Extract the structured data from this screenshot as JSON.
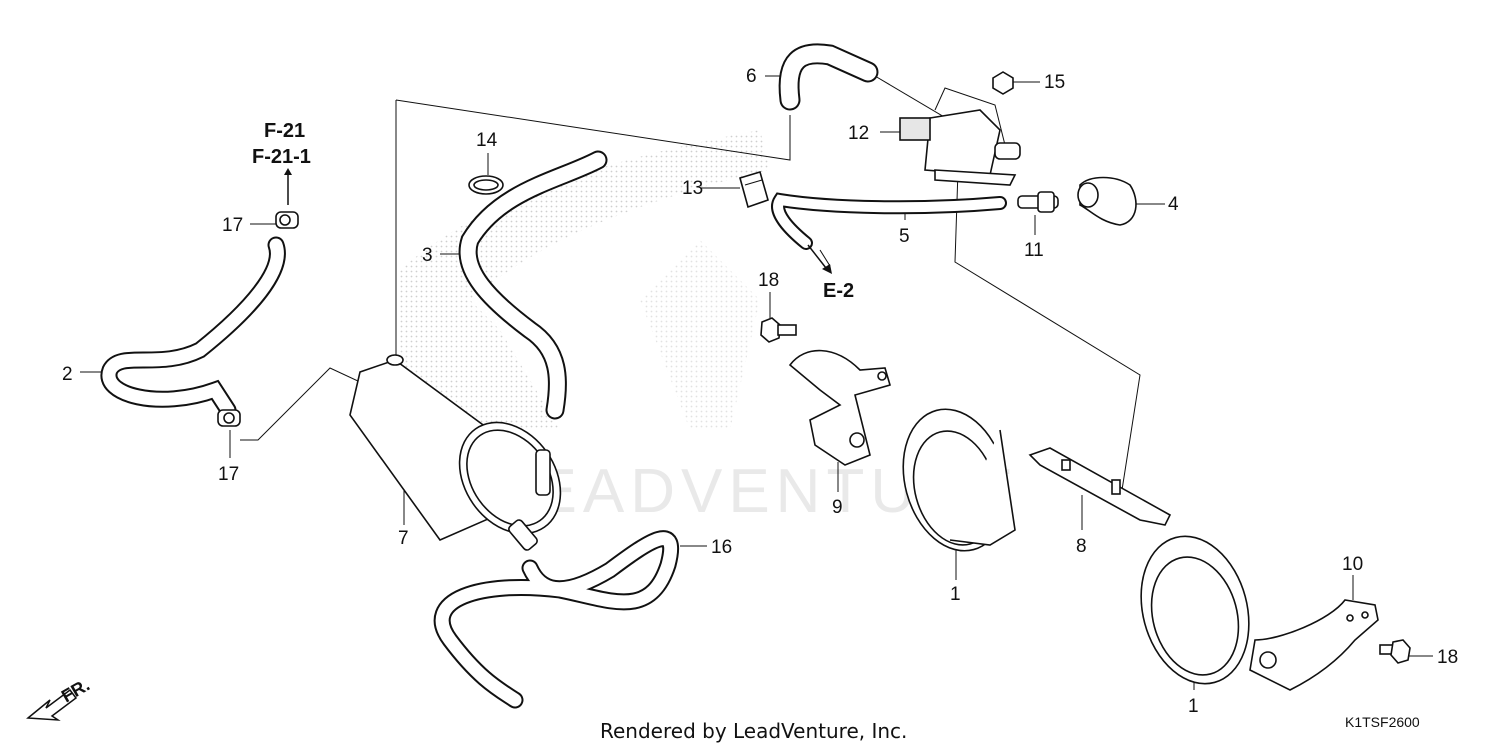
{
  "callouts": [
    {
      "id": "c1a",
      "text": "1"
    },
    {
      "id": "c1b",
      "text": "1"
    },
    {
      "id": "c2",
      "text": "2"
    },
    {
      "id": "c3",
      "text": "3"
    },
    {
      "id": "c4",
      "text": "4"
    },
    {
      "id": "c5",
      "text": "5"
    },
    {
      "id": "c6",
      "text": "6"
    },
    {
      "id": "c7",
      "text": "7"
    },
    {
      "id": "c8",
      "text": "8"
    },
    {
      "id": "c9",
      "text": "9"
    },
    {
      "id": "c10",
      "text": "10"
    },
    {
      "id": "c11",
      "text": "11"
    },
    {
      "id": "c12",
      "text": "12"
    },
    {
      "id": "c13",
      "text": "13"
    },
    {
      "id": "c14",
      "text": "14"
    },
    {
      "id": "c15",
      "text": "15"
    },
    {
      "id": "c16",
      "text": "16"
    },
    {
      "id": "c17a",
      "text": "17"
    },
    {
      "id": "c17b",
      "text": "17"
    },
    {
      "id": "c18a",
      "text": "18"
    },
    {
      "id": "c18b",
      "text": "18"
    }
  ],
  "references": {
    "f21": "F-21",
    "f211": "F-21-1",
    "e2": "E-2"
  },
  "direction_label": "FR.",
  "watermark": "LEADVENTURE",
  "footer": "Rendered by LeadVenture, Inc.",
  "diagram_code": "K1TSF2600"
}
